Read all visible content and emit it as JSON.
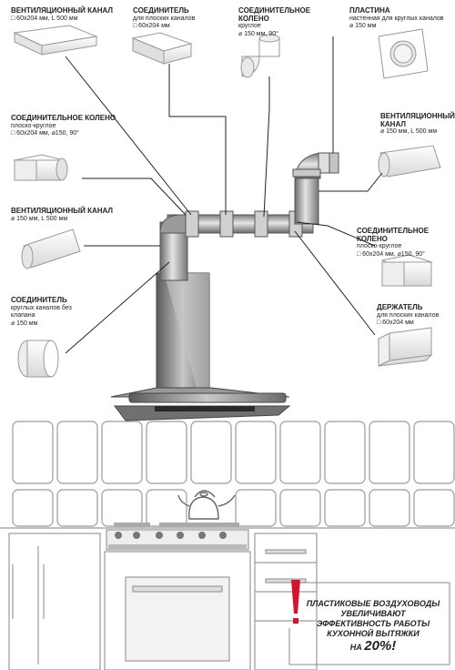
{
  "labels": {
    "channel_flat": {
      "title": "ВЕНТИЛЯЦИОННЫЙ КАНАЛ",
      "spec": "□ 60x204 мм, L 500 мм"
    },
    "connector_flat": {
      "title": "СОЕДИНИТЕЛЬ",
      "sub": "для плоских каналов",
      "spec": "□ 60x204 мм"
    },
    "elbow_round": {
      "title": "СОЕДИНИТЕЛЬНОЕ КОЛЕНО",
      "sub": "круглое",
      "spec": "⌀ 150 мм, 90°"
    },
    "plate": {
      "title": "ПЛАСТИНА",
      "sub": "настенная для круглых каналов",
      "spec": "⌀ 150 мм"
    },
    "elbow_flat_round_left": {
      "title": "СОЕДИНИТЕЛЬНОЕ КОЛЕНО",
      "sub": "плоско-круглое",
      "spec": "□ 60x204 мм, ⌀150, 90°"
    },
    "channel_round_right": {
      "title": "ВЕНТИЛЯЦИОННЫЙ КАНАЛ",
      "spec": "⌀ 150 мм, L 500 мм"
    },
    "channel_round_left": {
      "title": "ВЕНТИЛЯЦИОННЫЙ КАНАЛ",
      "spec": "⌀ 150 мм, L 500 мм"
    },
    "elbow_flat_round_right": {
      "title": "СОЕДИНИТЕЛЬНОЕ КОЛЕНО",
      "sub": "плоско-круглое",
      "spec": "□ 60x204 мм, ⌀150, 90°"
    },
    "connector_round": {
      "title": "СОЕДИНИТЕЛЬ",
      "sub": "круглых каналов без клапана",
      "spec": "⌀ 150 мм"
    },
    "holder": {
      "title": "ДЕРЖАТЕЛЬ",
      "sub": "для плоских каналов",
      "spec": "□ 60x204 мм"
    }
  },
  "promo": {
    "line1": "ПЛАСТИКОВЫЕ ВОЗДУХОВОДЫ",
    "line2": "УВЕЛИЧИВАЮТ",
    "line3": "ЭФФЕКТИВНОСТЬ РАБОТЫ",
    "line4": "КУХОННОЙ ВЫТЯЖКИ",
    "prefix": "НА",
    "value": "20%!",
    "accent_color": "#d4142a"
  }
}
